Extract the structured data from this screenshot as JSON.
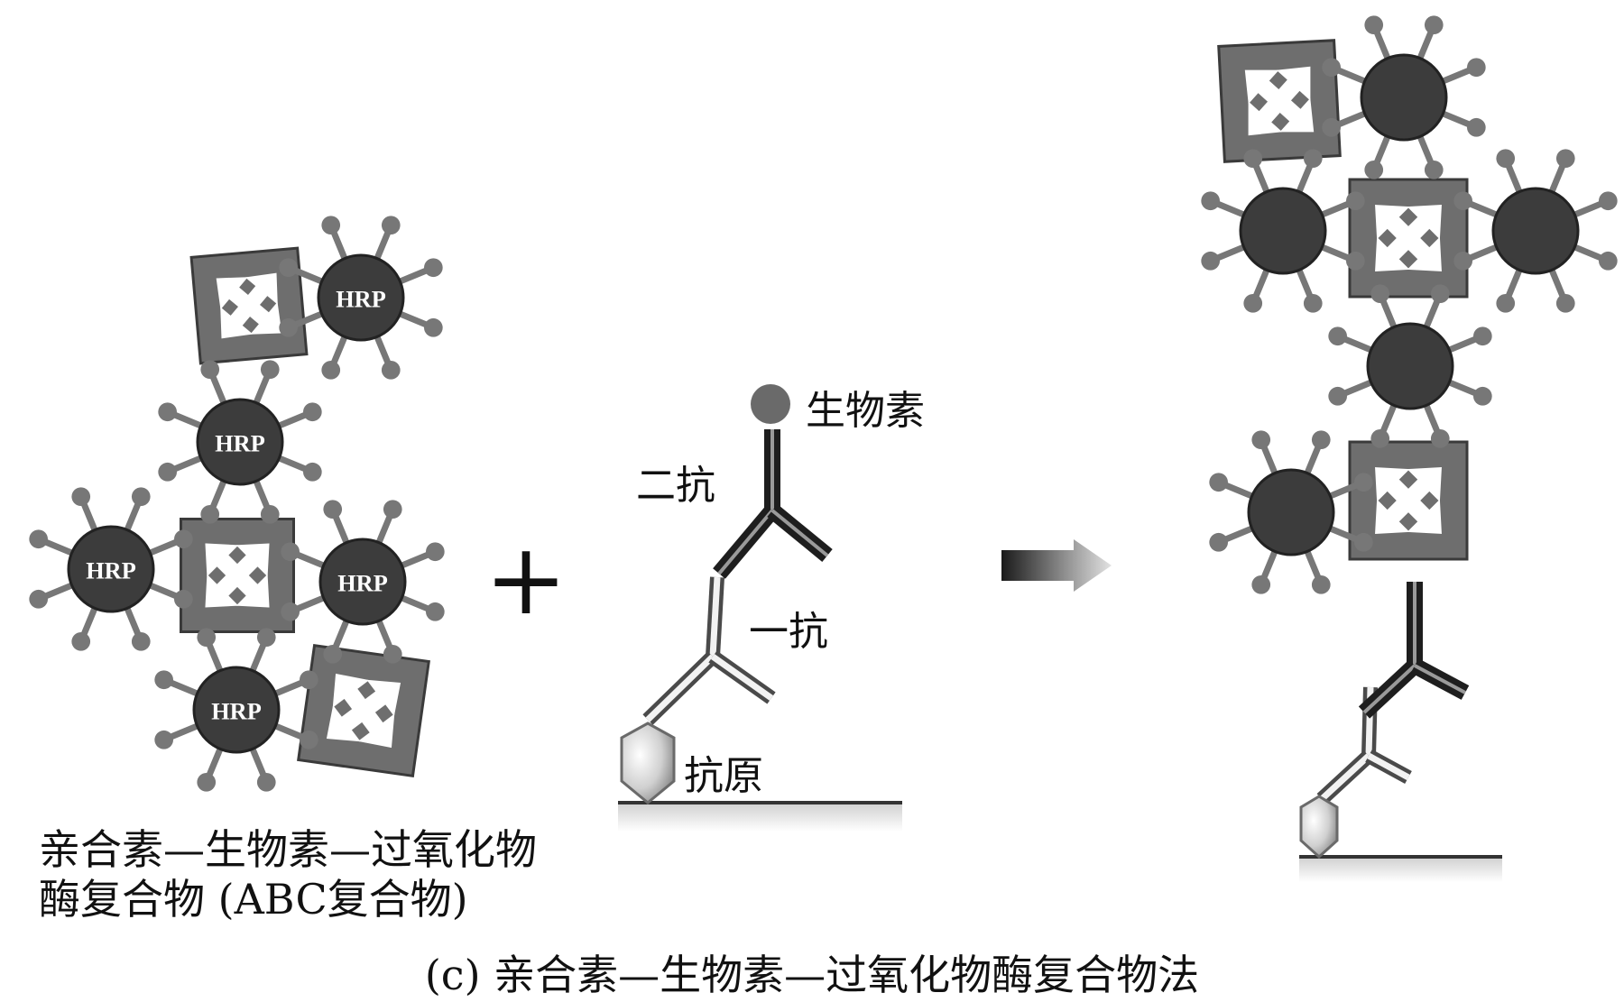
{
  "hrp_label": "HRP",
  "plus_sign": "+",
  "labels": {
    "biotin": "生物素",
    "secondary_antibody": "二抗",
    "primary_antibody": "一抗",
    "antigen": "抗原",
    "abc_complex_line1": "亲合素—生物素—过氧化物",
    "abc_complex_line2": "酶复合物 (ABC复合物)"
  },
  "caption": "(c) 亲合素—生物素—过氧化物酶复合物法",
  "colors": {
    "hrp_body": "#3c3c3c",
    "spoke": "#777777",
    "avidin": "#6e6e6e",
    "ab_dark": "#1e1e1e",
    "antigen": "#c8c8c8",
    "text": "#111111"
  }
}
